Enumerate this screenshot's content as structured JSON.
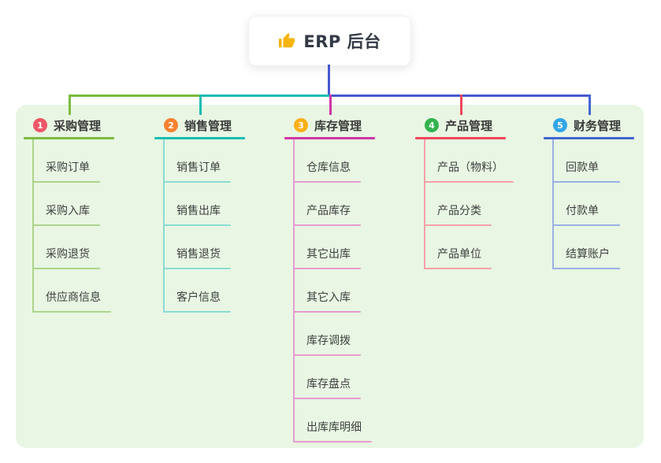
{
  "root": {
    "title": "ERP 后台",
    "icon": "thumbs-up-icon",
    "icon_color": "#f5b40f",
    "trunk_color": "#4659cf"
  },
  "panel": {
    "background_color": "#e8f6e3"
  },
  "branches": [
    {
      "num": "1",
      "label": "采购管理",
      "badge_color": "#ee5767",
      "line_color": "#7cbb3f",
      "child_color": "#aed48a",
      "children": [
        "采购订单",
        "采购入库",
        "采购退货",
        "供应商信息"
      ]
    },
    {
      "num": "2",
      "label": "销售管理",
      "badge_color": "#f9822f",
      "line_color": "#17bdb2",
      "child_color": "#8cdcd4",
      "children": [
        "销售订单",
        "销售出库",
        "销售退货",
        "客户信息"
      ]
    },
    {
      "num": "3",
      "label": "库存管理",
      "badge_color": "#fbb017",
      "line_color": "#cf35a5",
      "child_color": "#e79ccf",
      "children": [
        "仓库信息",
        "产品库存",
        "其它出库",
        "其它入库",
        "库存调拨",
        "库存盘点",
        "出库库明细"
      ]
    },
    {
      "num": "4",
      "label": "产品管理",
      "badge_color": "#33b34e",
      "line_color": "#f0465a",
      "child_color": "#f7a0a8",
      "children": [
        "产品（物料）",
        "产品分类",
        "产品单位"
      ]
    },
    {
      "num": "5",
      "label": "财务管理",
      "badge_color": "#32a6e8",
      "line_color": "#4365d2",
      "child_color": "#9cb0e4",
      "children": [
        "回款单",
        "付款单",
        "结算账户"
      ]
    }
  ]
}
